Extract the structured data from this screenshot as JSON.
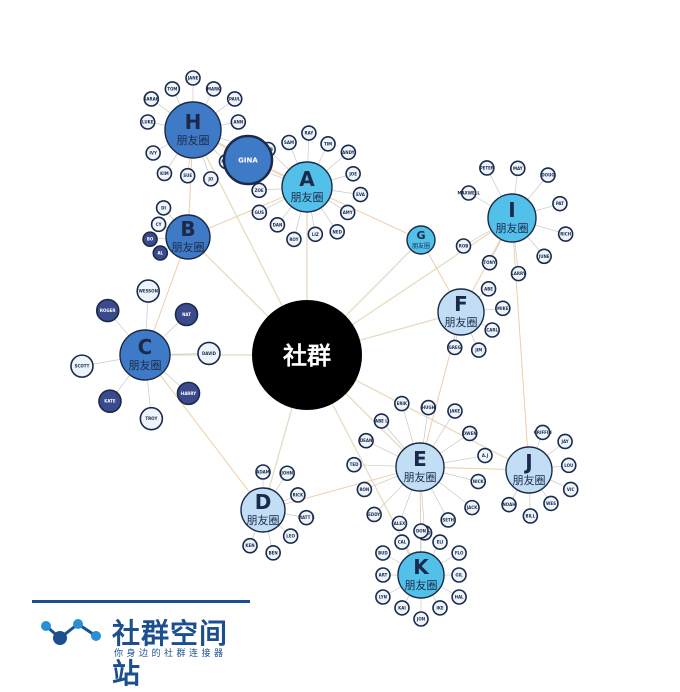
{
  "hub": {
    "label": "社群"
  },
  "circles": [
    {
      "id": "H",
      "letter": "H",
      "sub": "朋友圈",
      "tone": "mid",
      "satellites": [
        "LUKE",
        "SARAH",
        "TOM",
        "JANE",
        "MARK",
        "PAUL",
        "ANN",
        "LEE",
        "MAX",
        "JO",
        "SUE",
        "KIM",
        "IVY"
      ]
    },
    {
      "id": "A",
      "letter": "A",
      "sub": "朋友圈",
      "tone": "light",
      "satellites": [
        "CHAD",
        "BOB",
        "SAM",
        "RAY",
        "TIM",
        "ANDY",
        "JOE",
        "EVA",
        "AMY",
        "NED",
        "LIZ",
        "ROY",
        "DAN",
        "GUS",
        "ZOE"
      ]
    },
    {
      "id": "B",
      "letter": "B",
      "sub": "朋友圈",
      "tone": "mid",
      "satellites": [
        "AL",
        "BO",
        "CY",
        "DI"
      ]
    },
    {
      "id": "C",
      "letter": "C",
      "sub": "朋友圈",
      "tone": "mid",
      "satellites": [
        "ROGER",
        "WESSON",
        "NAT",
        "DAVID",
        "HARRY",
        "TROY",
        "KATE",
        "SCOTT"
      ]
    },
    {
      "id": "D",
      "letter": "D",
      "sub": "朋友圈",
      "tone": "pale",
      "satellites": [
        "ADAM",
        "JOHN",
        "RICK",
        "MATT S",
        "LEO",
        "BEN",
        "KEN"
      ]
    },
    {
      "id": "E",
      "letter": "E",
      "sub": "朋友圈",
      "tone": "pale",
      "satellites": [
        "ABE L",
        "ERIK",
        "HUGH",
        "JAKE",
        "OWEN",
        "A.J",
        "NICK",
        "JACK",
        "SETH",
        "FRED",
        "ALEX",
        "EDDY",
        "RON",
        "TED",
        "DEAN"
      ]
    },
    {
      "id": "F",
      "letter": "F",
      "sub": "朋友圈",
      "tone": "pale",
      "satellites": [
        "ABE",
        "MIKE",
        "CARL",
        "JIM",
        "GREG"
      ]
    },
    {
      "id": "G",
      "letter": "G",
      "sub": "朋友圈",
      "tone": "light",
      "satellites": []
    },
    {
      "id": "I",
      "letter": "I",
      "sub": "朋友圈",
      "tone": "light",
      "satellites": [
        "MAXWELL",
        "PETER",
        "MAY",
        "DOUG",
        "PAT",
        "RICH",
        "JUNE",
        "LARRY",
        "TONY",
        "ROB"
      ]
    },
    {
      "id": "J",
      "letter": "J",
      "sub": "朋友圈",
      "tone": "pale",
      "satellites": [
        "GRIFFIN",
        "JAY",
        "LOU",
        "VIC",
        "WES",
        "BILL",
        "NOAH"
      ]
    },
    {
      "id": "K",
      "letter": "K",
      "sub": "朋友圈",
      "tone": "light",
      "satellites": [
        "ART",
        "BUD",
        "CAL",
        "DON",
        "ELI",
        "FLO",
        "GIL",
        "HAL",
        "IKE",
        "JON",
        "KAI",
        "LYN"
      ]
    }
  ],
  "named_nodes": [
    {
      "id": "gina",
      "label": "GINA"
    }
  ],
  "colors": {
    "hub": "#000000",
    "mid": "#3f7ac6",
    "light": "#52c0e8",
    "pale": "#c2def4",
    "dark_satellite": "#3a4a8c",
    "satellite_outline": "#1b2a4a",
    "line": "#e7dcc0"
  },
  "logo": {
    "name": "社群空间站",
    "slogan": "你身边的社群连接器"
  }
}
